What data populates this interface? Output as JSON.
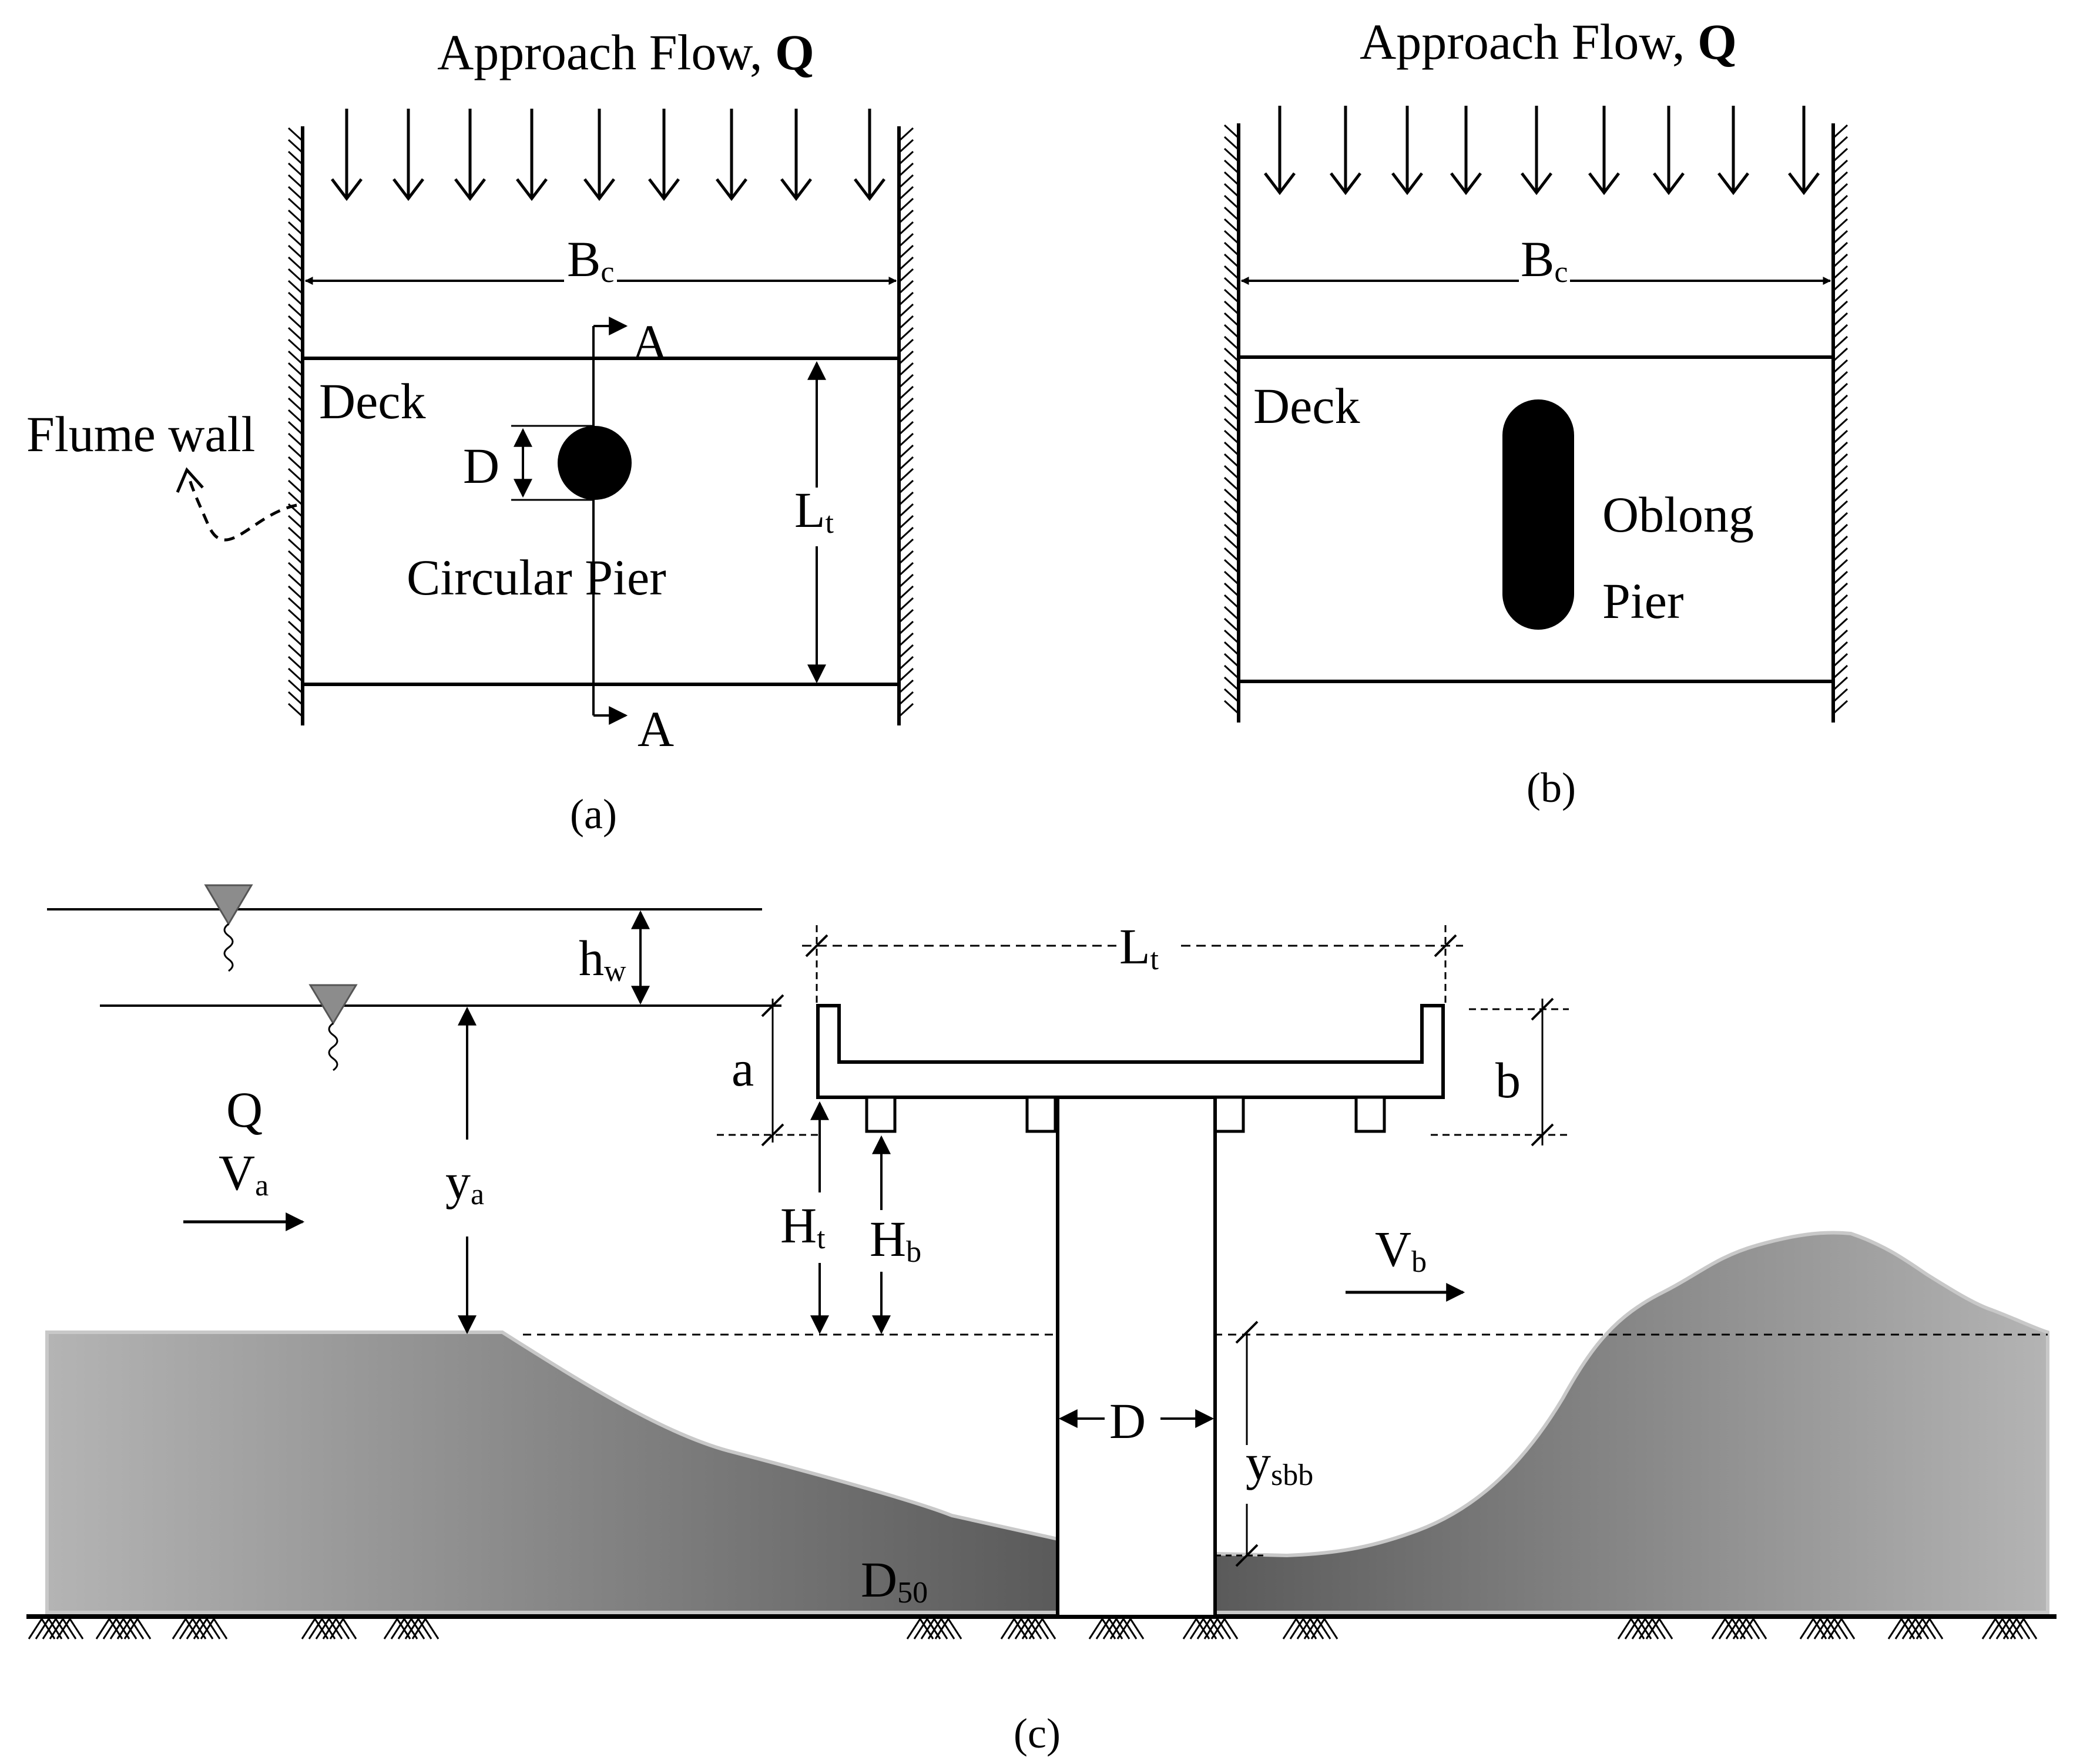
{
  "colors": {
    "ink": "#000000",
    "sediment_light": "#b4b4b4",
    "sediment_dark": "#5a5a5a",
    "sediment_edge": "#c8c8c8",
    "water_marker": "#8c8c8c"
  },
  "panel_a": {
    "title_prefix": "Approach Flow, ",
    "title_symbol": "Q",
    "width_main": "B",
    "width_sub": "c",
    "deck": "Deck",
    "flume_wall": "Flume wall",
    "pier_diameter": "D",
    "pier_name": "Circular Pier",
    "length_main": "L",
    "length_sub": "t",
    "section_top": "A",
    "section_bottom": "A",
    "caption": "(a)"
  },
  "panel_b": {
    "title_prefix": "Approach Flow, ",
    "title_symbol": "Q",
    "width_main": "B",
    "width_sub": "c",
    "deck": "Deck",
    "pier_line1": "Oblong",
    "pier_line2": "Pier",
    "caption": "(b)"
  },
  "panel_c": {
    "hw_main": "h",
    "hw_sub": "w",
    "lt_main": "L",
    "lt_sub": "t",
    "a_label": "a",
    "b_label": "b",
    "q_label": "Q",
    "va_main": "V",
    "va_sub": "a",
    "ya_main": "y",
    "ya_sub": "a",
    "ht_main": "H",
    "ht_sub": "t",
    "hb_main": "H",
    "hb_sub": "b",
    "vb_main": "V",
    "vb_sub": "b",
    "d_label": "D",
    "ysbb_main": "y",
    "ysbb_sub": "sbb",
    "d50_main": "D",
    "d50_sub": "50",
    "caption": "(c)"
  }
}
